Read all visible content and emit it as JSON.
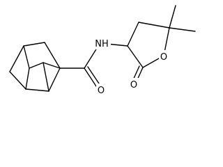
{
  "structure": {
    "atoms": {
      "nitrogen": "NH",
      "ring_oxygen": "O",
      "lactone_carbonyl_oxygen": "O",
      "amide_carbonyl_oxygen": "O"
    }
  },
  "colors": {
    "bond": "#000000",
    "background": "#ffffff"
  }
}
